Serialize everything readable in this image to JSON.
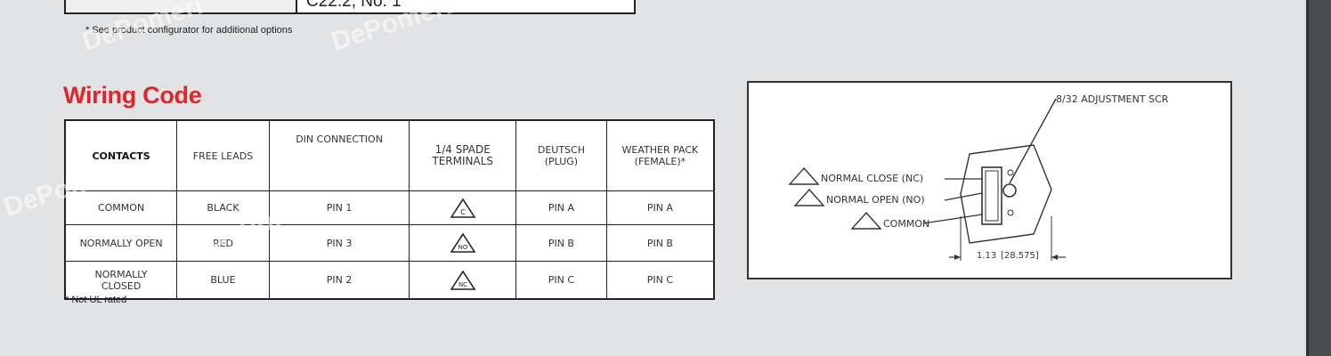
{
  "top_table": {
    "right_cell_text": "C22.2, No. 1"
  },
  "configurator_note": "* See product configurator for additional options",
  "section_title": "Wiring Code",
  "wiring_table": {
    "headers": [
      "CONTACTS",
      "FREE LEADS",
      "DIN CONNECTION",
      "1/4 SPADE\nTERMINALS",
      "DEUTSCH\n(PLUG)",
      "WEATHER PACK\n(FEMALE)*"
    ],
    "rows": [
      {
        "contact": "COMMON",
        "free_lead": "BLACK",
        "din": "PIN 1",
        "spade_icon": "triangle-c-icon",
        "deutsch": "PIN A",
        "weather_pack": "PIN A"
      },
      {
        "contact": "NORMALLY OPEN",
        "free_lead": "RED",
        "din": "PIN 3",
        "spade_icon": "triangle-no-icon",
        "deutsch": "PIN B",
        "weather_pack": "PIN B"
      },
      {
        "contact": "NORMALLY\nCLOSED",
        "free_lead": "BLUE",
        "din": "PIN 2",
        "spade_icon": "triangle-nc-icon",
        "deutsch": "PIN C",
        "weather_pack": "PIN C"
      }
    ]
  },
  "ul_note": "* Not UL rated",
  "diagram": {
    "adjustment_label": "8/32 ADJUSTMENT SCR",
    "nc_label": "NORMAL CLOSE (NC)",
    "no_label": "NORMAL OPEN (NO)",
    "common_label": "COMMON",
    "dimension_label": "1.13",
    "dimension_mm_label": "[28.575]"
  },
  "watermark_text": "DePomeri",
  "colors": {
    "title": "#e0262b",
    "page_bg": "#e2e3e5",
    "border": "#222222"
  }
}
